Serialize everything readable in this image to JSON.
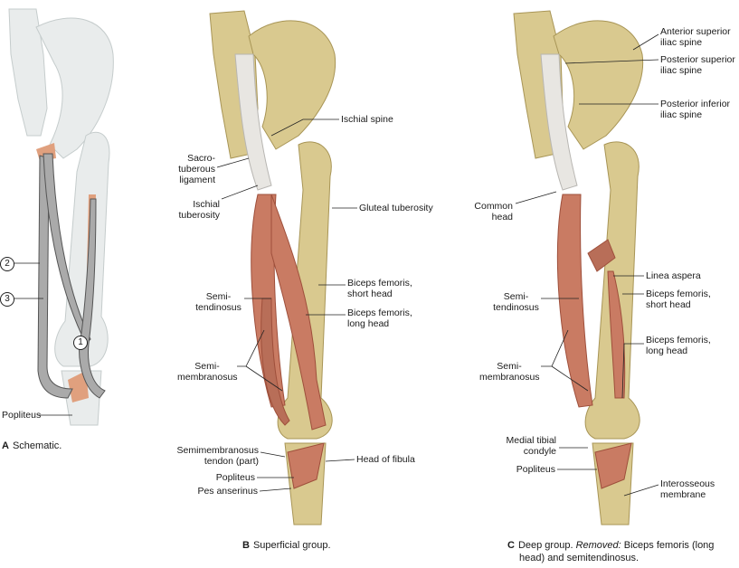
{
  "panels": {
    "a": {
      "letter": "A",
      "caption": "Schematic.",
      "numbers": [
        "1",
        "2",
        "3"
      ],
      "labels": {
        "popliteus": "Popliteus"
      }
    },
    "b": {
      "letter": "B",
      "caption": "Superficial group.",
      "labels": {
        "ischial_spine": "Ischial spine",
        "sacrotuberous_1": "Sacro-",
        "sacrotuberous_2": "tuberous",
        "sacrotuberous_3": "ligament",
        "ischial_tuberosity_1": "Ischial",
        "ischial_tuberosity_2": "tuberosity",
        "gluteal_tuberosity": "Gluteal tuberosity",
        "biceps_short_1": "Biceps femoris,",
        "biceps_short_2": "short head",
        "biceps_long_1": "Biceps femoris,",
        "biceps_long_2": "long head",
        "semitendinosus_1": "Semi-",
        "semitendinosus_2": "tendinosus",
        "semimembranosus_1": "Semi-",
        "semimembranosus_2": "membranosus",
        "semimem_tendon_1": "Semimembranosus",
        "semimem_tendon_2": "tendon (part)",
        "head_of_fibula": "Head of fibula",
        "popliteus": "Popliteus",
        "pes_anserinus": "Pes anserinus"
      }
    },
    "c": {
      "letter": "C",
      "caption_a": "Deep group.",
      "caption_removed": "Removed:",
      "caption_b": "Biceps femoris (long",
      "caption_c": "head) and semitendinosus.",
      "labels": {
        "asis_1": "Anterior superior",
        "asis_2": "iliac spine",
        "psis_1": "Posterior superior",
        "psis_2": "iliac spine",
        "piis_1": "Posterior inferior",
        "piis_2": "iliac spine",
        "common_head_1": "Common",
        "common_head_2": "head",
        "linea_aspera": "Linea aspera",
        "biceps_short_1": "Biceps femoris,",
        "biceps_short_2": "short head",
        "biceps_long_1": "Biceps femoris,",
        "biceps_long_2": "long head",
        "semitendinosus_1": "Semi-",
        "semitendinosus_2": "tendinosus",
        "semimembranosus_1": "Semi-",
        "semimembranosus_2": "membranosus",
        "medial_tibial_1": "Medial tibial",
        "medial_tibial_2": "condyle",
        "popliteus": "Popliteus",
        "interosseous_1": "Interosseous",
        "interosseous_2": "membrane"
      }
    }
  },
  "colors": {
    "bone": "#d9c98f",
    "bone_dark": "#a89556",
    "muscle": "#c97b63",
    "muscle_dark": "#9e4f3b",
    "tendon": "#e8e6e2",
    "schematic_bone": "#e9ecec",
    "schematic_line": "#555555",
    "schematic_attach": "#e0a07e",
    "leader": "#222222"
  }
}
